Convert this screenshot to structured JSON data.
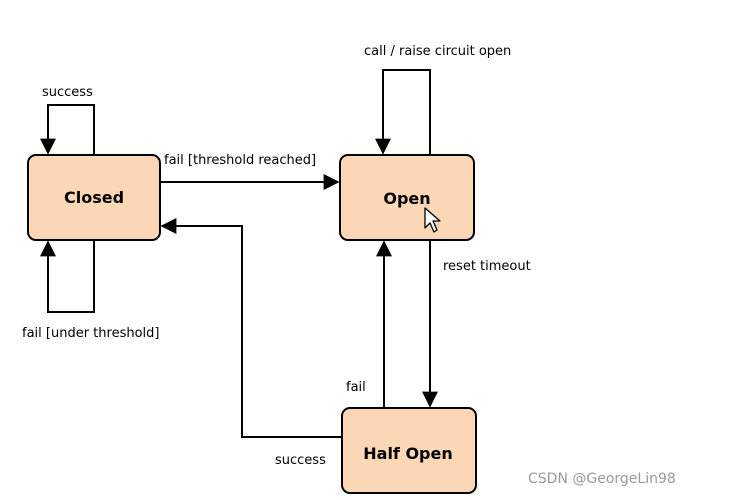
{
  "states": {
    "closed": "Closed",
    "open": "Open",
    "half_open": "Half Open"
  },
  "transitions": {
    "closed_success_loop": "success",
    "closed_fail_loop": "fail [under threshold]",
    "closed_to_open": "fail [threshold reached]",
    "open_call_loop": "call / raise circuit open",
    "open_to_half_open": "reset timeout",
    "half_open_to_open": "fail",
    "half_open_to_closed": "success"
  },
  "watermark": "CSDN @GeorgeLin98",
  "colors": {
    "state_fill": "#fbd7b5",
    "stroke": "#000000",
    "watermark": "#9a9a9a"
  }
}
